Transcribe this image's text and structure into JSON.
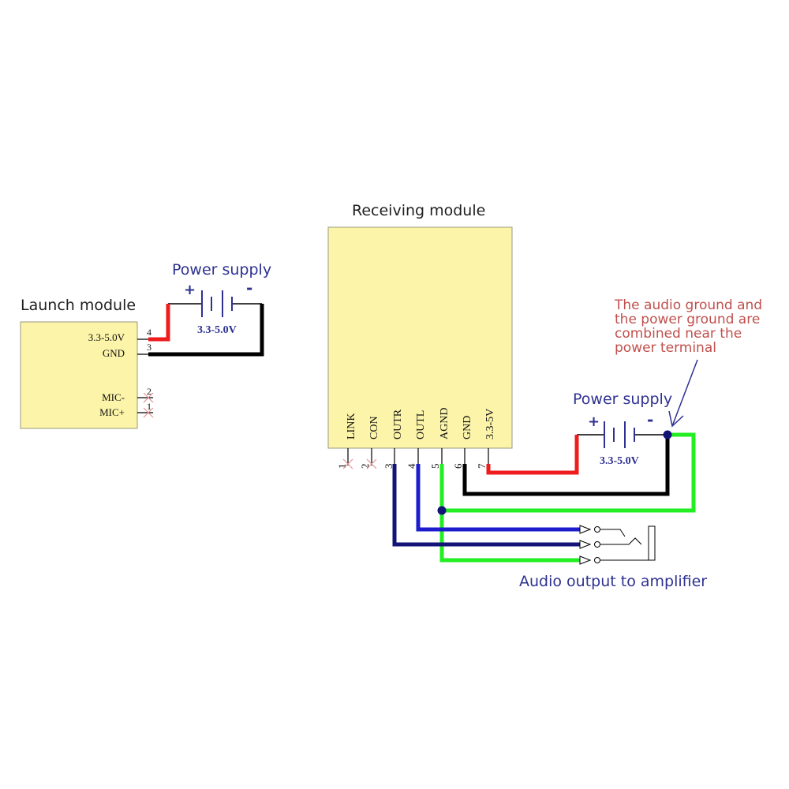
{
  "launch": {
    "title": "Launch module",
    "pin_labels": [
      "3.3-5.0V",
      "GND",
      "MIC-",
      "MIC+"
    ],
    "pin_numbers": [
      "4",
      "3",
      "2",
      "1"
    ]
  },
  "launch_power": {
    "title": "Power supply",
    "plus": "+",
    "minus": "-",
    "voltage": "3.3-5.0V"
  },
  "receiver": {
    "title": "Receiving module",
    "pin_labels": [
      "LINK",
      "CON",
      "OUTR",
      "OUTL",
      "AGND",
      "GND",
      "3.3-5V"
    ],
    "pin_numbers": [
      "1",
      "2",
      "3",
      "4",
      "5",
      "6",
      "7"
    ]
  },
  "receiver_power": {
    "title": "Power supply",
    "plus": "+",
    "minus": "-",
    "voltage": "3.3-5.0V"
  },
  "note": {
    "lines": [
      "The audio ground and",
      "the power ground are",
      "combined near the",
      "power terminal"
    ],
    "color": "#c0504d"
  },
  "audio_output": {
    "label": "Audio output to amplifier"
  },
  "colors": {
    "module_fill": "#fcf4a8",
    "module_stroke": "#9a9a80",
    "heading": "#1f1f1f",
    "annotation_blue": "#2e3192",
    "wire_red": "#ee1c1c",
    "wire_black": "#000000",
    "wire_blue": "#1c1ccc",
    "wire_navy": "#141478",
    "wire_green": "#22ee22",
    "x_mark": "#e29595"
  }
}
